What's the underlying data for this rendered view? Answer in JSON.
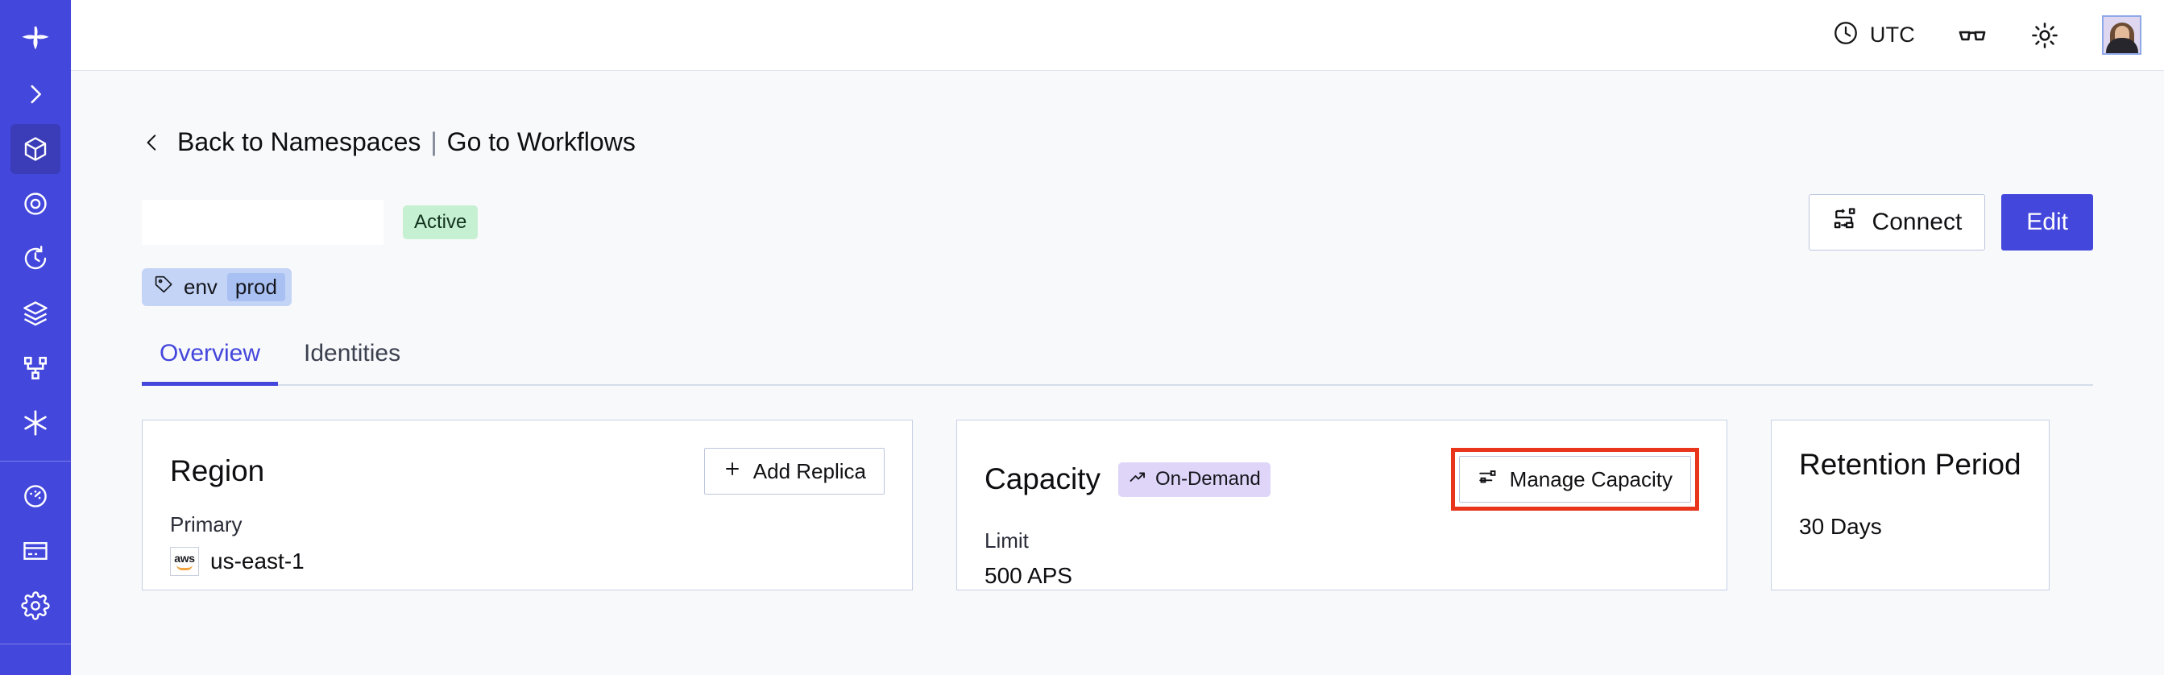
{
  "sidebar": {
    "logo_icon": "temporal-logo-icon",
    "items": [
      {
        "icon": "chevron-right-icon",
        "name": "expand-sidebar"
      },
      {
        "icon": "cube-icon",
        "name": "namespaces",
        "active": true
      },
      {
        "icon": "eye-spiral-icon",
        "name": "observability",
        "active": false
      },
      {
        "icon": "history-clock-icon",
        "name": "schedules",
        "active": false
      },
      {
        "icon": "layers-icon",
        "name": "batch-operations",
        "active": false
      },
      {
        "icon": "workflow-nodes-icon",
        "name": "workflows",
        "active": false
      },
      {
        "icon": "asterisk-icon",
        "name": "nexus",
        "active": false
      },
      {
        "icon": "gauge-icon",
        "name": "usage",
        "active": false
      },
      {
        "icon": "credit-card-icon",
        "name": "billing",
        "active": false
      },
      {
        "icon": "gear-icon",
        "name": "settings",
        "active": false
      }
    ]
  },
  "topbar": {
    "timezone_icon": "clock-icon",
    "timezone_label": "UTC",
    "glasses_icon": "glasses-icon",
    "theme_icon": "sun-icon",
    "avatar_name": "user-avatar"
  },
  "breadcrumb": {
    "back_icon": "chevron-left-icon",
    "back_label": "Back to Namespaces",
    "separator": "|",
    "forward_label": "Go to Workflows"
  },
  "header": {
    "namespace_name": "",
    "status_badge": "Active",
    "connect_label": "Connect",
    "connect_icon": "connect-flow-icon",
    "edit_label": "Edit"
  },
  "tags": [
    {
      "icon": "tag-icon",
      "key": "env",
      "value": "prod"
    }
  ],
  "tabs": [
    {
      "label": "Overview",
      "active": true
    },
    {
      "label": "Identities",
      "active": false
    }
  ],
  "cards": {
    "region": {
      "title": "Region",
      "action_label": "Add Replica",
      "action_icon": "plus-icon",
      "sub_label": "Primary",
      "provider_icon": "aws-logo",
      "value": "us-east-1"
    },
    "capacity": {
      "title": "Capacity",
      "badge_label": "On-Demand",
      "badge_icon": "trending-up-icon",
      "action_label": "Manage Capacity",
      "action_icon": "sliders-icon",
      "action_highlighted": true,
      "sub_label": "Limit",
      "value": "500 APS"
    },
    "retention": {
      "title": "Retention Period",
      "value": "30 Days"
    }
  },
  "colors": {
    "brand_blue": "#4447dc",
    "sidebar_active": "#3a3cb8",
    "page_bg": "#f8f9fb",
    "card_border": "#c6d0e5",
    "badge_active_bg": "#c6f0d2",
    "badge_ondemand_bg": "#ded5f9",
    "tag_bg": "#c4d4f7",
    "tag_value_bg": "#a8c0f2",
    "highlight_red": "#e8351b"
  }
}
